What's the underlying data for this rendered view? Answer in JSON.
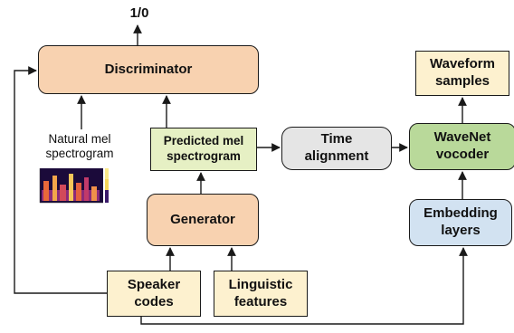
{
  "output_label": "1/0",
  "mel_image_label": "Natural mel\nspectrogram",
  "boxes": {
    "discriminator": "Discriminator",
    "predicted_mel": "Predicted mel\nspectrogram",
    "generator": "Generator",
    "time_alignment": "Time\nalignment",
    "wavenet_vocoder": "WaveNet\nvocoder",
    "waveform_samples": "Waveform\nsamples",
    "embedding_layers": "Embedding\nlayers",
    "speaker_codes": "Speaker\ncodes",
    "linguistic_features": "Linguistic\nfeatures"
  },
  "colors": {
    "orange": "#f8d2b0",
    "yellow": "#fdf1cf",
    "green": "#b9d99a",
    "lime": "#e6f0c4",
    "grey": "#e5e5e5",
    "blue": "#d2e2f1",
    "line": "#1a1a1a"
  }
}
